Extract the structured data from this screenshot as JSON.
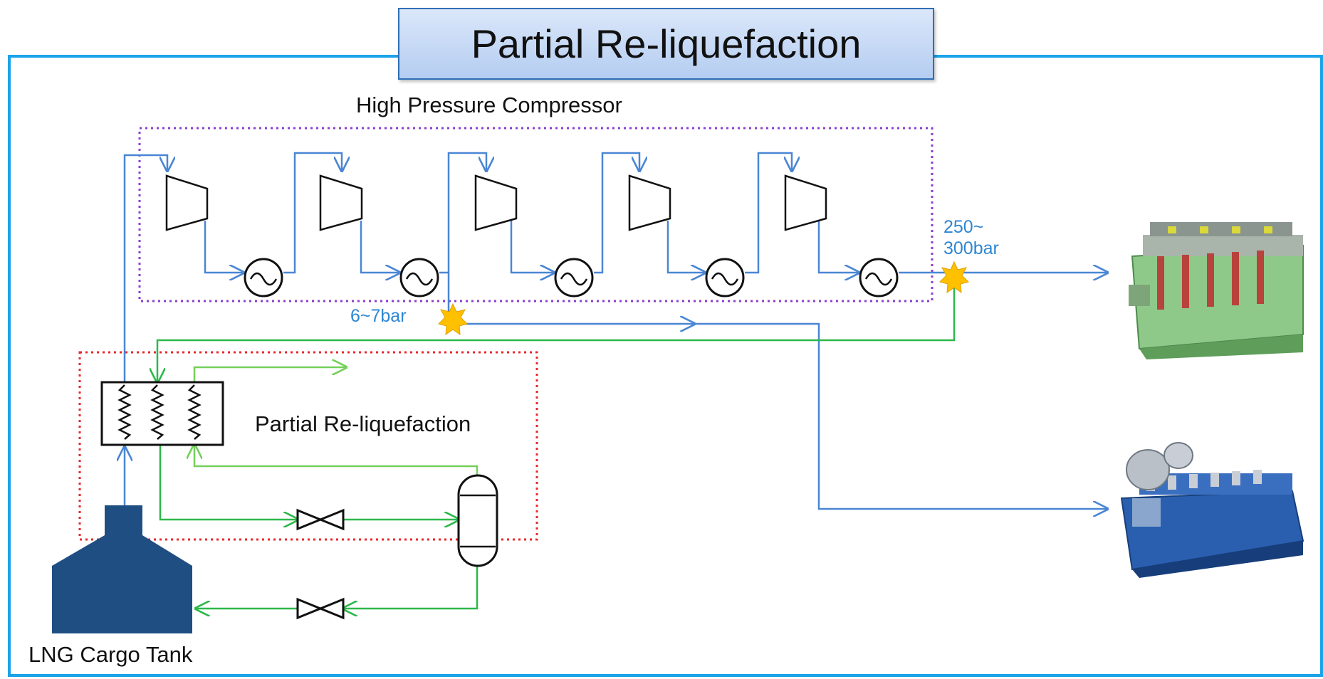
{
  "title": "Partial Re-liquefaction",
  "labels": {
    "compressor_section": "High Pressure Compressor",
    "reliquefaction_section": "Partial Re-liquefaction",
    "tank": "LNG Cargo Tank",
    "low_pressure": "6~7bar",
    "high_pressure_line1": "250~",
    "high_pressure_line2": "300bar"
  },
  "colors": {
    "frame": "#1aa3e8",
    "gas_line": "#4a86d4",
    "liquid_line": "#2db84a",
    "liquid_line_light": "#74d05a",
    "compressor_box": "#8a3fd0",
    "reliquefaction_box": "#e8282c",
    "tank": "#1f4e82",
    "junction": "#ffc000",
    "pressure_text": "#2e86d1"
  },
  "icons": {
    "compressor": "compressor-icon",
    "intercooler": "heat-exchanger-icon",
    "valve": "valve-icon",
    "separator": "separator-icon",
    "engine_top": "engine-icon",
    "engine_bottom": "engine-icon"
  },
  "compressor_stages": 5
}
